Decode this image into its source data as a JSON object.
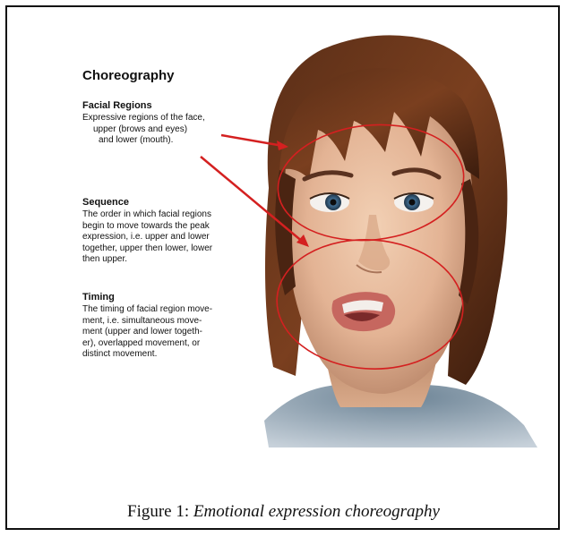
{
  "figure": {
    "heading": "Choreography",
    "sections": [
      {
        "title": "Facial Regions",
        "lines": [
          "Expressive regions of the face,",
          "upper (brows and eyes)",
          "and lower (mouth)."
        ]
      },
      {
        "title": "Sequence",
        "lines": [
          "The order in which facial regions",
          "begin to move towards the peak",
          "expression, i.e. upper and lower",
          "together, upper then lower, lower",
          "then upper."
        ]
      },
      {
        "title": "Timing",
        "lines": [
          "The timing of facial region move-",
          "ment, i.e. simultaneous move-",
          "ment (upper and lower togeth-",
          "er), overlapped movement, or",
          "distinct movement."
        ]
      }
    ],
    "annotation_color": "#d42020"
  },
  "caption": {
    "label": "Figure 1:",
    "title": "Emotional expression choreography"
  }
}
